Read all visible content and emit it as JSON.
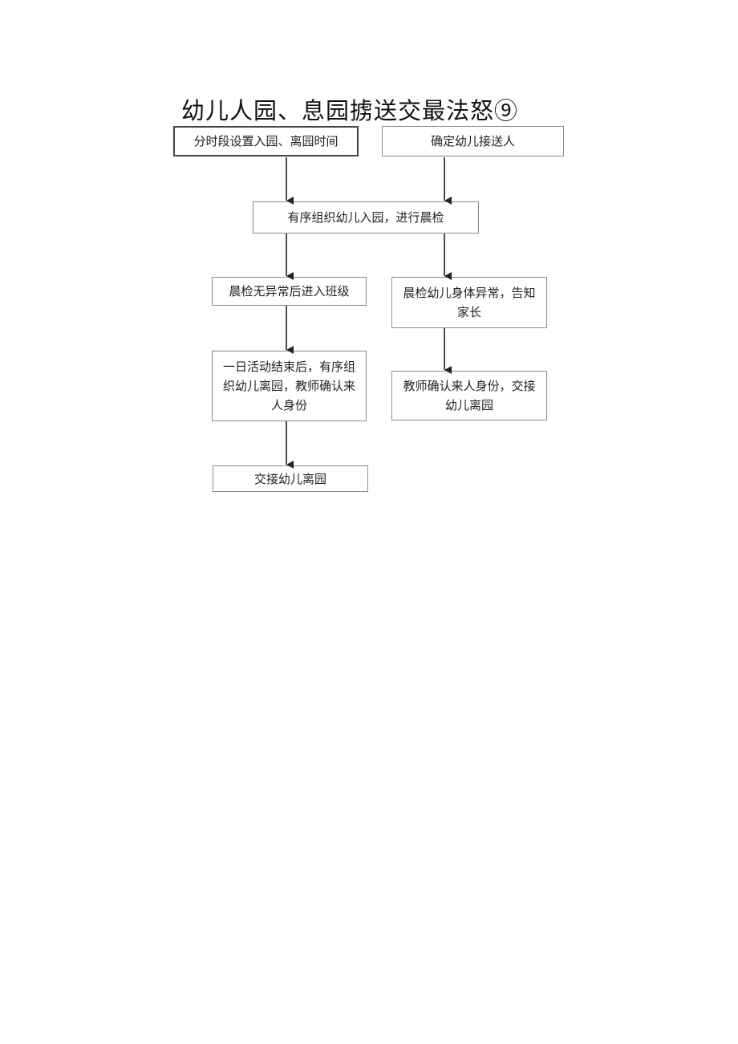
{
  "title": "幼儿人园、息园掳送交最法怒⑨",
  "nodes": {
    "set_time": "分时段设置入园、离园时间",
    "confirm_pickup": "确定幼儿接送人",
    "orderly_entry": "有序组织幼儿入园，进行晨检",
    "check_normal": "晨检无异常后进入班级",
    "check_abnormal": "晨检幼儿身体异常，告知家长",
    "day_end": "一日活动结束后，有序组织幼儿离园，教师确认来人身份",
    "teacher_confirm": "教师确认来人身份，交接幼儿离园",
    "handover": "交接幼儿离园"
  },
  "colors": {
    "border": "#8a8a8a",
    "arrow": "#222222"
  }
}
